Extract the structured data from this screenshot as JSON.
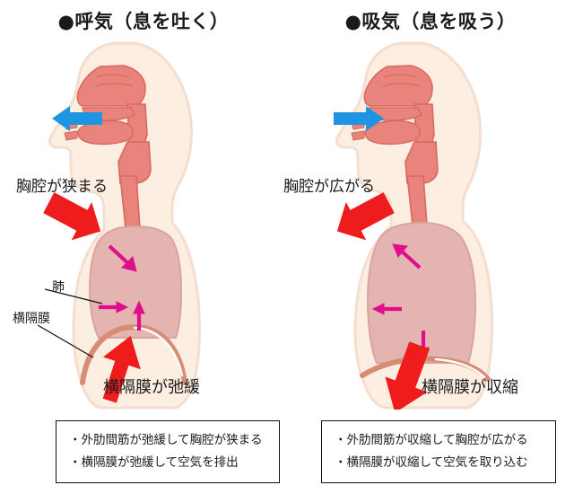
{
  "panels": [
    {
      "id": "exhale",
      "title": "●呼気（息を吐く）",
      "airflow_arrow": "blue-arrow-left",
      "annotations": {
        "chest": "胸腔が狭まる",
        "lung": "肺",
        "diaphragm": "横隔膜",
        "diaphragm_state": "横隔膜が弛緩"
      },
      "caption_lines": [
        "・外肋間筋が弛緩して胸腔が狭まる",
        "・横隔膜が弛緩して空気を排出"
      ]
    },
    {
      "id": "inhale",
      "title": "●吸気（息を吸う）",
      "airflow_arrow": "blue-arrow-right",
      "annotations": {
        "chest": "胸腔が広がる",
        "diaphragm_state": "横隔膜が収縮"
      },
      "caption_lines": [
        "・外肋間筋が収縮して胸腔が広がる",
        "・横隔膜が収縮して空気を取り込む"
      ]
    }
  ],
  "colors": {
    "skin": "#fdeee2",
    "skin_outline": "#f0d8c8",
    "airway": "#e8847b",
    "airway_outline": "#d9695f",
    "lung": "#e4b5b0",
    "lung_outline": "#d9a49f",
    "diaphragm": "#d88c73",
    "red_arrow": "#ee1c1c",
    "blue_arrow": "#1f94e0",
    "magenta_arrow": "#e00d8f",
    "text": "#1a1a1a",
    "caption_border": "#111111"
  }
}
